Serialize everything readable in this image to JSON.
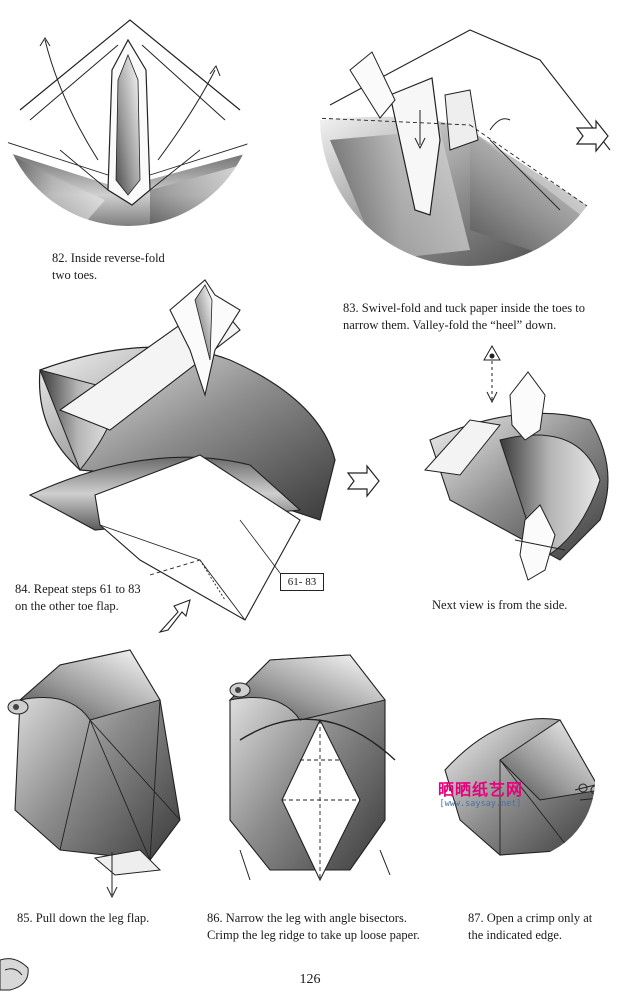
{
  "page_number": "126",
  "steps": {
    "s82": "82.  Inside reverse-fold\ntwo toes.",
    "s83": "83.  Swivel-fold and tuck paper inside the toes to\nnarrow them.  Valley-fold the “heel” down.",
    "s84": "84.  Repeat steps 61 to 83\non the other toe flap.",
    "next_view": "Next view is from the side.",
    "s85": "85.  Pull down the leg flap.",
    "s86": "86.  Narrow the leg with angle bisectors.\nCrimp the leg ridge to take up loose paper.",
    "s87": "87.  Open a crimp only at\nthe indicated edge."
  },
  "reference_box": "61- 83",
  "watermark": {
    "logo": "晒晒纸艺网",
    "url": "[www.saysay.net]"
  },
  "colors": {
    "ink": "#1a1a1a",
    "watermark_logo": "#e6007e",
    "watermark_url": "#4a6fa5"
  },
  "icons": [
    "next-arrow-icon",
    "eye-icon",
    "push-arrow-icon"
  ]
}
